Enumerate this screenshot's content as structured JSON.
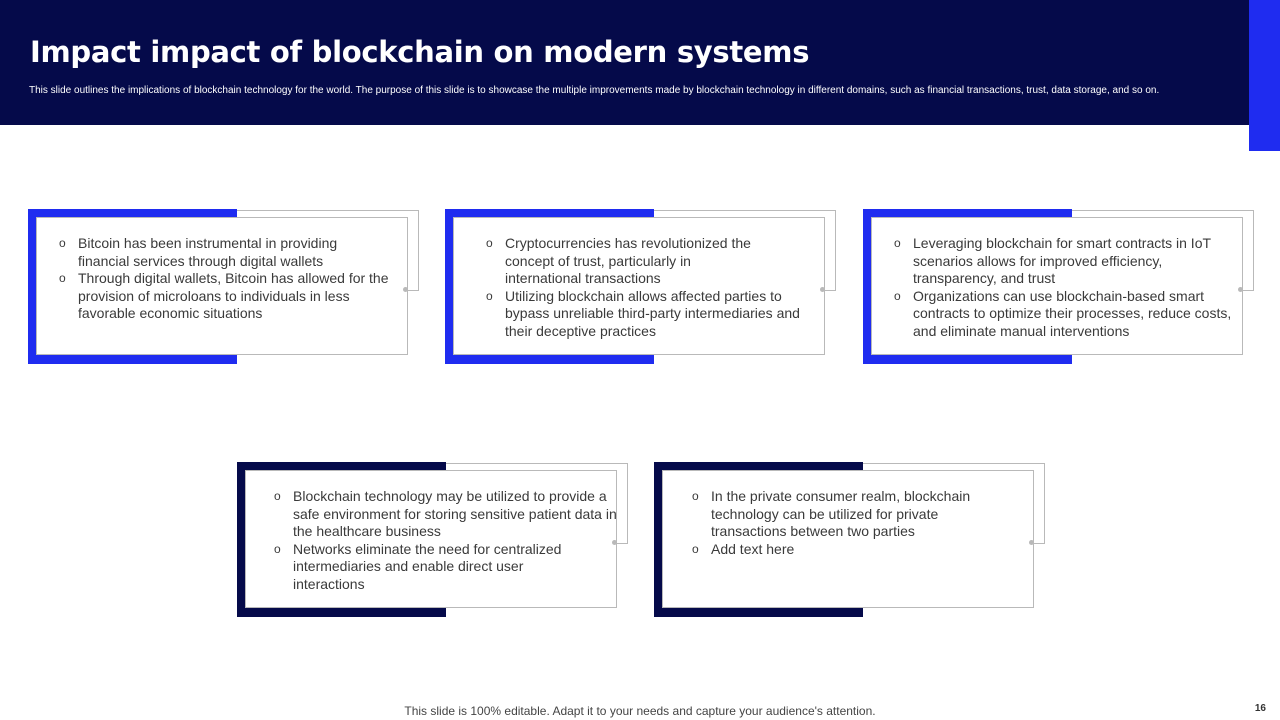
{
  "slide": {
    "title": "Impact impact of blockchain on modern systems",
    "subtitle": "This slide outlines the implications of blockchain technology for the world. The purpose of this slide is to showcase the multiple improvements made by blockchain technology in different domains, such as financial transactions, trust, data storage, and so on.",
    "footer": "This slide is 100% editable. Adapt it to your needs and capture your audience's attention.",
    "page_number": "16",
    "bullet_glyph": "o"
  },
  "colors": {
    "header_bg": "#050a4a",
    "accent_blue": "#1f2cf0",
    "accent_navy": "#050a4a",
    "frame_gray": "#b9b9b9",
    "body_text": "#3a3a3a"
  },
  "cards": [
    {
      "accent": "blue",
      "bullets": [
        "Bitcoin has been instrumental in providing financial services through digital wallets",
        "Through digital wallets, Bitcoin has allowed for the provision of microloans to individuals in less favorable economic situations"
      ]
    },
    {
      "accent": "blue",
      "bullets": [
        "Cryptocurrencies has revolutionized the concept of trust, particularly in international transactions",
        "Utilizing blockchain allows affected parties to bypass unreliable third-party intermediaries and their deceptive practices"
      ]
    },
    {
      "accent": "blue",
      "bullets": [
        "Leveraging blockchain for smart contracts in IoT scenarios allows for improved efficiency, transparency, and trust",
        "Organizations can use blockchain-based smart contracts to optimize their processes, reduce costs, and eliminate manual interventions"
      ]
    },
    {
      "accent": "navy",
      "bullets": [
        "Blockchain technology may be utilized to provide a safe environment for storing sensitive patient data in the healthcare business",
        "Networks eliminate the need for centralized intermediaries and enable direct user interactions"
      ]
    },
    {
      "accent": "navy",
      "bullets": [
        "In the private consumer realm, blockchain technology can be utilized for private transactions between two parties",
        "Add text here"
      ]
    }
  ]
}
